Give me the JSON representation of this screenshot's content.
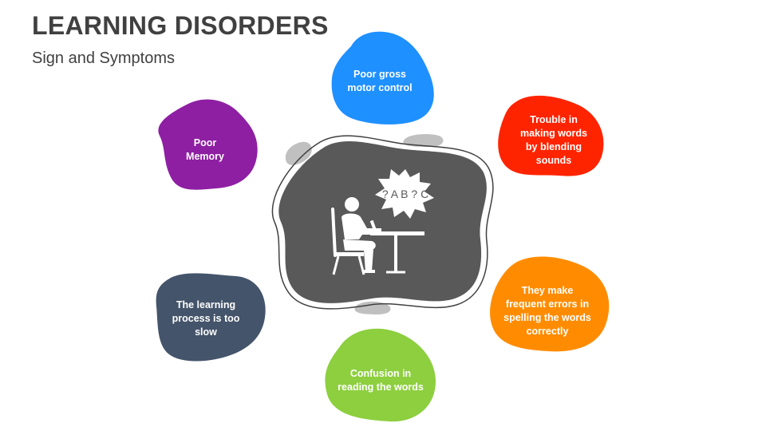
{
  "header": {
    "title": "LEARNING DISORDERS",
    "subtitle": "Sign and Symptoms"
  },
  "center": {
    "icon": "student-at-desk-icon",
    "bubble_text": "? A B ? C"
  },
  "symptoms": [
    {
      "id": "poor-gross-motor",
      "label": "Poor gross motor control",
      "color": "#1E90FF"
    },
    {
      "id": "trouble-blending",
      "label": "Trouble in making words by blending sounds",
      "color": "#FF2400"
    },
    {
      "id": "spelling-errors",
      "label": "They make frequent errors in spelling the words correctly",
      "color": "#FF8C00"
    },
    {
      "id": "confusion-reading",
      "label": "Confusion in reading the words",
      "color": "#8DCF3F"
    },
    {
      "id": "slow-learning",
      "label": "The learning process is too slow",
      "color": "#44546A"
    },
    {
      "id": "poor-memory",
      "label": "Poor Memory",
      "color": "#8E1FA3"
    }
  ],
  "colors": {
    "center_fill": "#595959",
    "decor_gray": "#C0C0C0",
    "text_dark": "#404040"
  }
}
